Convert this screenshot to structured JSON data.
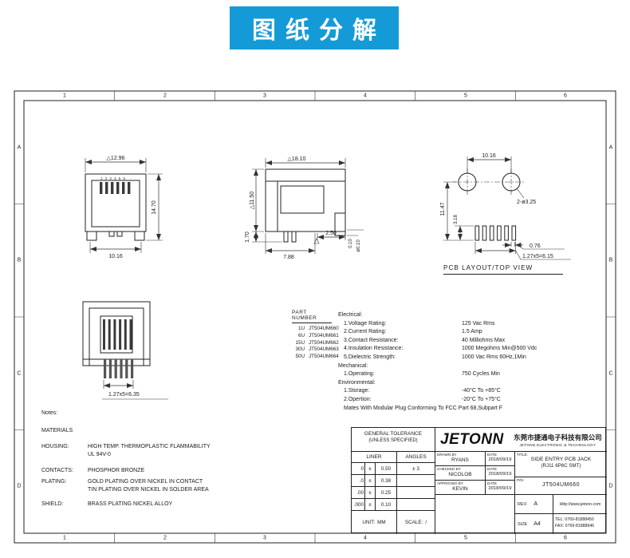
{
  "colors": {
    "banner_bg": "#149bd7",
    "ink": "#222222"
  },
  "banner": {
    "title": "图纸分解"
  },
  "frame": {
    "cols": [
      "1",
      "2",
      "3",
      "4",
      "5",
      "6"
    ],
    "rows": [
      "A",
      "B",
      "C",
      "D"
    ]
  },
  "views": {
    "front_top": {
      "dim_width": "△12.96",
      "pin_labels": "123456",
      "dim_height": "14.70",
      "dim_bottom": "10.16"
    },
    "side": {
      "dim_width": "△18.10",
      "dim_height": "△11.50",
      "dim_depth": "7.88",
      "dim_leg": "1.70",
      "dim_tail": "2.50",
      "dim_copl": "0.10",
      "dim_copl2": "ø0.10"
    },
    "pcb": {
      "dim_hole_pitch": "10.16",
      "holes": "2-ø3.25",
      "dim_height": "11.47",
      "dim_pin": "3.18",
      "dim_pad_w": "0.76",
      "dim_pitch": "1.27x5=6.15",
      "caption": "PCB LAYOUT/TOP VIEW"
    },
    "front_bottom": {
      "dim_pitch": "1.27x5=6.35"
    }
  },
  "part_number": {
    "title": "PART NUMBER",
    "rows": [
      {
        "code": "1U",
        "pn": "JT504UM660"
      },
      {
        "code": "6U",
        "pn": "JT504UM661"
      },
      {
        "code": "15U",
        "pn": "JT504UM662"
      },
      {
        "code": "30U",
        "pn": "JT504UM663"
      },
      {
        "code": "50U",
        "pn": "JT504UM664"
      }
    ]
  },
  "specs": {
    "electrical_title": "Electrical:",
    "electrical": [
      {
        "label": "1.Voltage Rating:",
        "value": "125 Vac Rms"
      },
      {
        "label": "2.Current Rating:",
        "value": "1.5 Amp"
      },
      {
        "label": "3.Contact Resistance:",
        "value": "40 Milliohms Max"
      },
      {
        "label": "4.Insulation Resistance:",
        "value": "1000 Megohms Min@500 Vdc"
      },
      {
        "label": "5.Dielectric Strength:",
        "value": "1000 Vac Rms 60Hz,1Min"
      }
    ],
    "mechanical_title": "Mechanical:",
    "mechanical": [
      {
        "label": "1.Operating:",
        "value": "750 Cycles Min"
      }
    ],
    "environmental_title": "Environmental:",
    "environmental": [
      {
        "label": "1.Storage:",
        "value": "-40°C To +85°C"
      },
      {
        "label": "2.Opertion:",
        "value": "-20°C To +75°C"
      }
    ],
    "footer": "Mates With Modular Plug Conforming To FCC Part 68,Subpart F"
  },
  "notes": {
    "title": "Notes:",
    "materials": "MATERIALS",
    "rows": [
      {
        "label": "HOUSING:",
        "value": "HIGH TEMP. THERMOPLASTIC FLAMMABILITY",
        "value2": "UL 94V-0"
      },
      {
        "label": "CONTACTS:",
        "value": "PHOSPHOR BRONZE"
      },
      {
        "label": "PLATING:",
        "value": "GOLD PLATING OVER NICKEL IN CONTACT",
        "value2": "TIN PLATING OVER NICKEL IN SOLDER AREA"
      },
      {
        "label": "SHIELD:",
        "value": "BRASS PLATING NICKEL ALLOY"
      }
    ]
  },
  "title_block": {
    "general_tolerance": "GENERAL TOLERANCE",
    "unless_specified": "(UNLESS SPECIFIED)",
    "liner": "LINER",
    "angles": "ANGLES",
    "pm": "±",
    "angles_val": "± 3",
    "tol_rows": [
      {
        "v": "0",
        "t": "0.50"
      },
      {
        "v": ".0",
        "t": "0.38"
      },
      {
        "v": ".00",
        "t": "0.25"
      },
      {
        "v": ".000",
        "t": "0.10"
      }
    ],
    "unit_label": "UNIT:",
    "unit_value": "MM",
    "scale_label": "SCALE:",
    "scale_value": "/",
    "logo": "JETONN",
    "company_cn": "东莞市捷通电子科技有限公司",
    "company_en": "JETONN ELECTRONIC & TECHNOLOGY",
    "sig": [
      {
        "role": "DRAWN BY",
        "name": "RYANS",
        "date_label": "DATE",
        "date": "2018/09/19"
      },
      {
        "role": "CHECKED BY",
        "name": "NICOLOB",
        "date_label": "DATE",
        "date": "2018/09/19"
      },
      {
        "role": "APPROVED BY",
        "name": "KEVIN",
        "date_label": "DATE",
        "date": "2018/09/19"
      }
    ],
    "title_label": "TITLE:",
    "title_line1": "SIDE ENTRY PCB JACK",
    "title_line2": "(RJ11 6P6C SMT)",
    "pn_label": "P/N:",
    "pn": "JT504UM660",
    "rev_label": "REV.",
    "rev": "A",
    "size_label": "SIZE",
    "size": "A4",
    "web": "Http://www.jetonn.com",
    "tel": "TEL: 0769-81888450",
    "fax": "FAX: 0769-81888946"
  }
}
